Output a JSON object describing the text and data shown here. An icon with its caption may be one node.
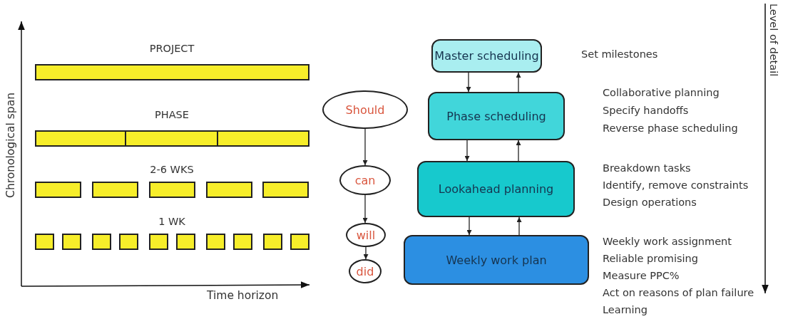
{
  "diagram": {
    "nodes": [
      {
        "text": [
          "Should"
        ]
      },
      {
        "text": [
          "can"
        ]
      },
      {
        "text": [
          "will"
        ]
      },
      {
        "text": [
          "did"
        ]
      },
      {
        "text": [
          "Master scheduling"
        ],
        "beside": [
          "Set milestones"
        ]
      },
      {
        "text": [
          "Phase scheduling"
        ],
        "beside": [
          "Collaborative planning",
          "Specify handoffs",
          "Reverse phase scheduling"
        ]
      },
      {
        "text": [
          "Lookahead planning"
        ],
        "beside": [
          "Breakdown tasks",
          "Identify, remove constraints",
          "Design operations"
        ]
      },
      {
        "text": [
          "Weekly work plan"
        ],
        "beside": [
          "Weekly work assignment",
          "Reliable promising",
          "Measure PPC%",
          "Act on reasons of plan failure",
          "Learning"
        ]
      }
    ],
    "edges": [
      {
        "from": 0,
        "to": 1,
        "arrow": "to"
      },
      {
        "from": 1,
        "to": 2,
        "arrow": "to"
      },
      {
        "from": 2,
        "to": 3,
        "arrow": "to"
      },
      {
        "from": 4,
        "to": 5,
        "arrow": "to"
      },
      {
        "from": 5,
        "to": 4,
        "arrow": "to"
      },
      {
        "from": 5,
        "to": 6,
        "arrow": "to"
      },
      {
        "from": 6,
        "to": 5,
        "arrow": "to"
      },
      {
        "from": 6,
        "to": 7,
        "arrow": "to"
      },
      {
        "from": 7,
        "to": 6,
        "arrow": "to"
      }
    ],
    "labels": [
      "PROJECT",
      "PHASE",
      "2-6 WKS",
      "1 WK",
      "Chronological span",
      "Time horizon",
      "Level of detail"
    ]
  }
}
